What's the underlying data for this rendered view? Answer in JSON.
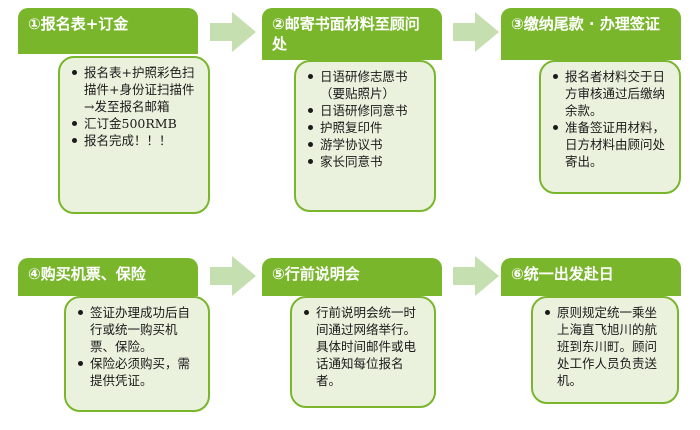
{
  "steps": [
    {
      "title": "①报名表+订金",
      "items": [
        {
          "text": "报名表+护照彩色扫描件+身份证扫描件→发至报名邮箱",
          "bullet": true
        },
        {
          "text": "汇订金500RMB",
          "bullet": true
        },
        {
          "text": "报名完成！！！",
          "bullet": true
        }
      ]
    },
    {
      "title": "②邮寄书面材料至顾问处",
      "items": [
        {
          "text": "日语研修志愿书",
          "bullet": true
        },
        {
          "text": "（要贴照片）",
          "bullet": false
        },
        {
          "text": "日语研修同意书",
          "bullet": true
        },
        {
          "text": "护照复印件",
          "bullet": true
        },
        {
          "text": "游学协议书",
          "bullet": true
        },
        {
          "text": "家长同意书",
          "bullet": true
        }
      ]
    },
    {
      "title": "③缴纳尾款 · 办理签证",
      "items": [
        {
          "text": "报名者材料交于日方审核通过后缴纳余款。",
          "bullet": true
        },
        {
          "text": "准备签证用材料，日方材料由顾问处寄出。",
          "bullet": true
        }
      ]
    },
    {
      "title": "④购买机票、保险",
      "items": [
        {
          "text": "签证办理成功后自行或统一购买机票、保险。",
          "bullet": true
        },
        {
          "text": "保险必须购买，需提供凭证。",
          "bullet": true
        }
      ]
    },
    {
      "title": "⑤行前说明会",
      "items": [
        {
          "text": "行前说明会统一时间通过网络举行。具体时间邮件或电话通知每位报名者。",
          "bullet": true
        }
      ]
    },
    {
      "title": "⑥统一出发赴日",
      "items": [
        {
          "text": "原则规定统一乘坐上海直飞旭川的航班到东川町。顾问处工作人员负责送机。",
          "bullet": true
        }
      ]
    }
  ],
  "colors": {
    "header_bg": "#79b62c",
    "box_bg": "#eaf1dd",
    "box_border": "#79b62c",
    "arrow": "#c5dfb0"
  }
}
